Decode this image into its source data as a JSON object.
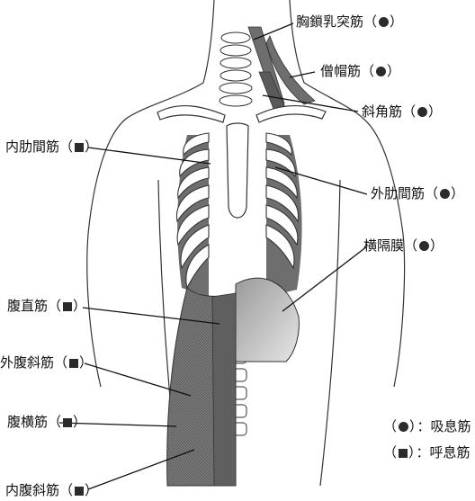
{
  "labels": {
    "scm": {
      "name": "胸鎖乳突筋",
      "symbol": "inhale"
    },
    "trapezius": {
      "name": "僧帽筋",
      "symbol": "inhale"
    },
    "scalene": {
      "name": "斜角筋",
      "symbol": "inhale"
    },
    "internal_intercostal": {
      "name": "内肋間筋",
      "symbol": "exhale"
    },
    "external_intercostal": {
      "name": "外肋間筋",
      "symbol": "inhale"
    },
    "diaphragm": {
      "name": "横隔膜",
      "symbol": "inhale"
    },
    "rectus_abdominis": {
      "name": "腹直筋",
      "symbol": "exhale"
    },
    "external_oblique": {
      "name": "外腹斜筋",
      "symbol": "exhale"
    },
    "transversus_abdominis": {
      "name": "腹横筋",
      "symbol": "exhale"
    },
    "internal_oblique": {
      "name": "内腹斜筋",
      "symbol": "exhale"
    }
  },
  "legend": {
    "inhale": "：吸息筋",
    "exhale": "：呼息筋"
  },
  "colors": {
    "muscle": "#6e6e6e",
    "muscle_dark": "#4a4a4a",
    "bone_fill": "#ffffff",
    "line": "#111111"
  }
}
